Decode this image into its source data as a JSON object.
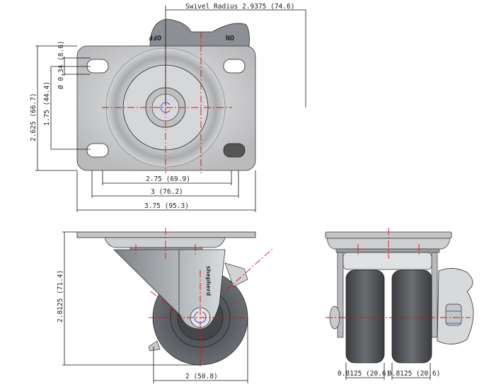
{
  "dimensions": {
    "swivel_radius": "Swivel Radius 2.9375 (74.6)",
    "plate_depth": "2.625 (66.7)",
    "hole_spacing_vertical": "1.75 (44.4)",
    "hole_diameter": "Ø 0.34 (8.6)",
    "hole_spacing_inner": "2.75 (69.9)",
    "hole_spacing_outer": "3 (76.2)",
    "plate_width": "3.75 (95.3)",
    "overall_height": "2.8125 (71.4)",
    "wheel_diameter": "2 (50.8)",
    "wheel_width_left": "0.8125 (20.6)",
    "wheel_width_right": "0.8125 (20.6)"
  },
  "labels": {
    "brake_off": "OFF",
    "brake_on": "ON",
    "brand": "shepherd"
  },
  "colors": {
    "centerline": "#e01010",
    "plate": "#c9cacc",
    "wheel": "#55585c",
    "axis_marker": "#3030c0"
  }
}
